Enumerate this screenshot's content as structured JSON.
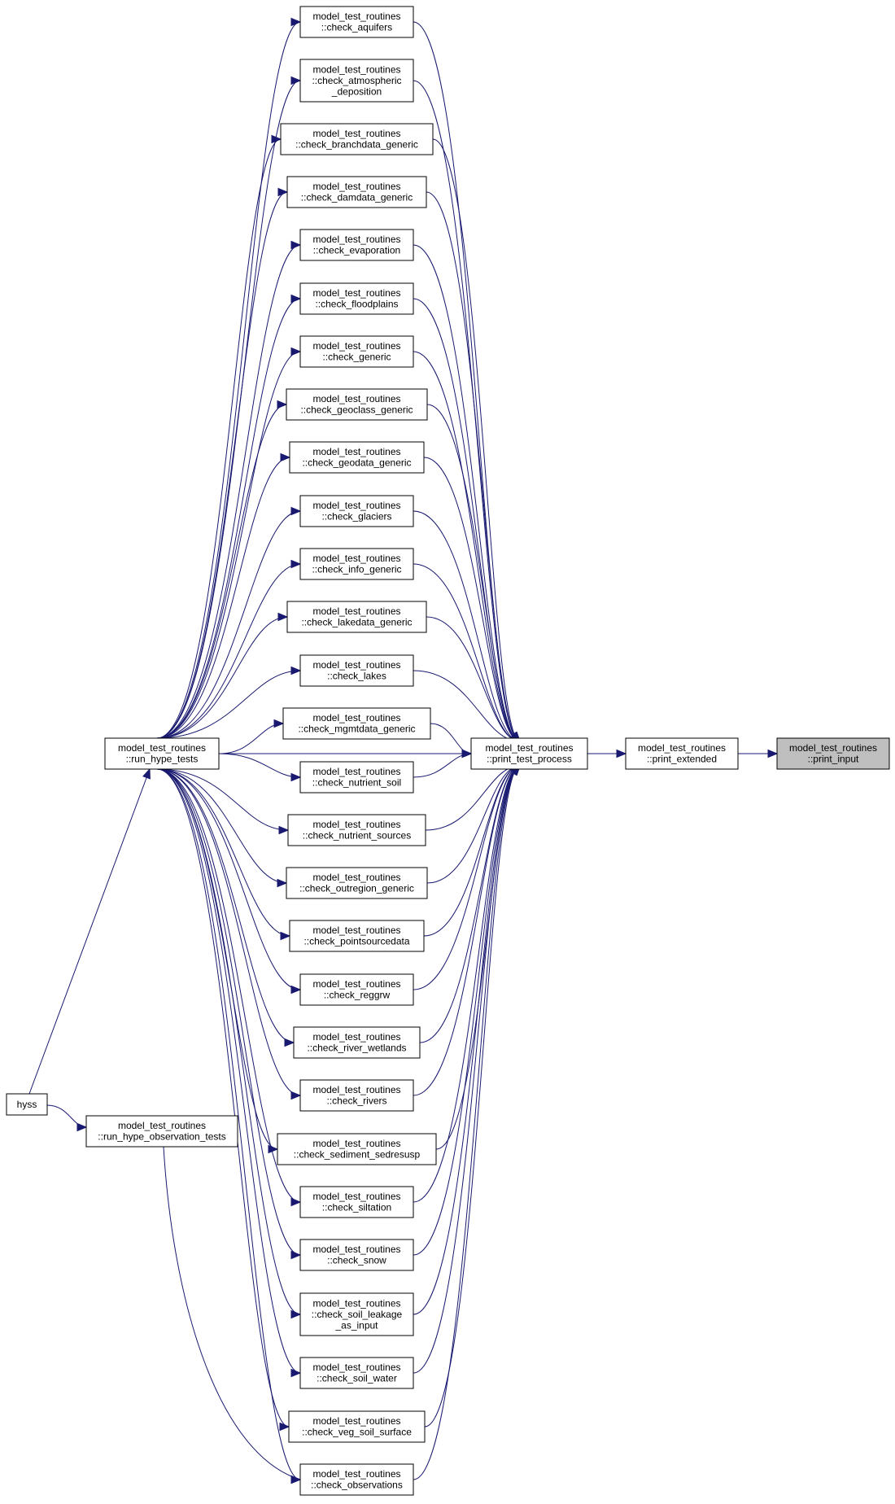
{
  "diagram": {
    "title": "",
    "nodes": [
      {
        "id": "hyss",
        "lines": [
          "hyss"
        ]
      },
      {
        "id": "run_hype_tests",
        "lines": [
          "model_test_routines",
          "::run_hype_tests"
        ]
      },
      {
        "id": "run_hype_observation_tests",
        "lines": [
          "model_test_routines",
          "::run_hype_observation_tests"
        ]
      },
      {
        "id": "check_aquifers",
        "lines": [
          "model_test_routines",
          "::check_aquifers"
        ]
      },
      {
        "id": "check_atmospheric_deposition",
        "lines": [
          "model_test_routines",
          "::check_atmospheric",
          "_deposition"
        ]
      },
      {
        "id": "check_branchdata_generic",
        "lines": [
          "model_test_routines",
          "::check_branchdata_generic"
        ]
      },
      {
        "id": "check_damdata_generic",
        "lines": [
          "model_test_routines",
          "::check_damdata_generic"
        ]
      },
      {
        "id": "check_evaporation",
        "lines": [
          "model_test_routines",
          "::check_evaporation"
        ]
      },
      {
        "id": "check_floodplains",
        "lines": [
          "model_test_routines",
          "::check_floodplains"
        ]
      },
      {
        "id": "check_generic",
        "lines": [
          "model_test_routines",
          "::check_generic"
        ]
      },
      {
        "id": "check_geoclass_generic",
        "lines": [
          "model_test_routines",
          "::check_geoclass_generic"
        ]
      },
      {
        "id": "check_geodata_generic",
        "lines": [
          "model_test_routines",
          "::check_geodata_generic"
        ]
      },
      {
        "id": "check_glaciers",
        "lines": [
          "model_test_routines",
          "::check_glaciers"
        ]
      },
      {
        "id": "check_info_generic",
        "lines": [
          "model_test_routines",
          "::check_info_generic"
        ]
      },
      {
        "id": "check_lakedata_generic",
        "lines": [
          "model_test_routines",
          "::check_lakedata_generic"
        ]
      },
      {
        "id": "check_lakes",
        "lines": [
          "model_test_routines",
          "::check_lakes"
        ]
      },
      {
        "id": "check_mgmtdata_generic",
        "lines": [
          "model_test_routines",
          "::check_mgmtdata_generic"
        ]
      },
      {
        "id": "check_nutrient_soil",
        "lines": [
          "model_test_routines",
          "::check_nutrient_soil"
        ]
      },
      {
        "id": "check_nutrient_sources",
        "lines": [
          "model_test_routines",
          "::check_nutrient_sources"
        ]
      },
      {
        "id": "check_outregion_generic",
        "lines": [
          "model_test_routines",
          "::check_outregion_generic"
        ]
      },
      {
        "id": "check_pointsourcedata",
        "lines": [
          "model_test_routines",
          "::check_pointsourcedata"
        ]
      },
      {
        "id": "check_reggrw",
        "lines": [
          "model_test_routines",
          "::check_reggrw"
        ]
      },
      {
        "id": "check_river_wetlands",
        "lines": [
          "model_test_routines",
          "::check_river_wetlands"
        ]
      },
      {
        "id": "check_rivers",
        "lines": [
          "model_test_routines",
          "::check_rivers"
        ]
      },
      {
        "id": "check_sediment_sedresusp",
        "lines": [
          "model_test_routines",
          "::check_sediment_sedresusp"
        ]
      },
      {
        "id": "check_siltation",
        "lines": [
          "model_test_routines",
          "::check_siltation"
        ]
      },
      {
        "id": "check_snow",
        "lines": [
          "model_test_routines",
          "::check_snow"
        ]
      },
      {
        "id": "check_soil_leakage_as_input",
        "lines": [
          "model_test_routines",
          "::check_soil_leakage",
          "_as_input"
        ]
      },
      {
        "id": "check_soil_water",
        "lines": [
          "model_test_routines",
          "::check_soil_water"
        ]
      },
      {
        "id": "check_veg_soil_surface",
        "lines": [
          "model_test_routines",
          "::check_veg_soil_surface"
        ]
      },
      {
        "id": "check_observations",
        "lines": [
          "model_test_routines",
          "::check_observations"
        ]
      },
      {
        "id": "print_test_process",
        "lines": [
          "model_test_routines",
          "::print_test_process"
        ]
      },
      {
        "id": "print_extended",
        "lines": [
          "model_test_routines",
          "::print_extended"
        ]
      },
      {
        "id": "print_input",
        "lines": [
          "model_test_routines",
          "::print_input"
        ],
        "highlighted": true
      }
    ],
    "edges": [
      {
        "from": "hyss",
        "to": "run_hype_tests"
      },
      {
        "from": "hyss",
        "to": "run_hype_observation_tests"
      },
      {
        "from": "run_hype_tests",
        "to": "check_aquifers"
      },
      {
        "from": "run_hype_tests",
        "to": "check_atmospheric_deposition"
      },
      {
        "from": "run_hype_tests",
        "to": "check_branchdata_generic"
      },
      {
        "from": "run_hype_tests",
        "to": "check_damdata_generic"
      },
      {
        "from": "run_hype_tests",
        "to": "check_evaporation"
      },
      {
        "from": "run_hype_tests",
        "to": "check_floodplains"
      },
      {
        "from": "run_hype_tests",
        "to": "check_generic"
      },
      {
        "from": "run_hype_tests",
        "to": "check_geoclass_generic"
      },
      {
        "from": "run_hype_tests",
        "to": "check_geodata_generic"
      },
      {
        "from": "run_hype_tests",
        "to": "check_glaciers"
      },
      {
        "from": "run_hype_tests",
        "to": "check_info_generic"
      },
      {
        "from": "run_hype_tests",
        "to": "check_lakedata_generic"
      },
      {
        "from": "run_hype_tests",
        "to": "check_lakes"
      },
      {
        "from": "run_hype_tests",
        "to": "check_mgmtdata_generic"
      },
      {
        "from": "run_hype_tests",
        "to": "print_test_process"
      },
      {
        "from": "run_hype_tests",
        "to": "check_nutrient_soil"
      },
      {
        "from": "run_hype_tests",
        "to": "check_nutrient_sources"
      },
      {
        "from": "run_hype_tests",
        "to": "check_outregion_generic"
      },
      {
        "from": "run_hype_tests",
        "to": "check_pointsourcedata"
      },
      {
        "from": "run_hype_tests",
        "to": "check_reggrw"
      },
      {
        "from": "run_hype_tests",
        "to": "check_river_wetlands"
      },
      {
        "from": "run_hype_tests",
        "to": "check_rivers"
      },
      {
        "from": "run_hype_tests",
        "to": "check_sediment_sedresusp"
      },
      {
        "from": "run_hype_tests",
        "to": "check_siltation"
      },
      {
        "from": "run_hype_tests",
        "to": "check_snow"
      },
      {
        "from": "run_hype_tests",
        "to": "check_soil_leakage_as_input"
      },
      {
        "from": "run_hype_tests",
        "to": "check_soil_water"
      },
      {
        "from": "run_hype_tests",
        "to": "check_veg_soil_surface"
      },
      {
        "from": "run_hype_tests",
        "to": "check_observations"
      },
      {
        "from": "run_hype_observation_tests",
        "to": "check_observations"
      },
      {
        "from": "check_aquifers",
        "to": "print_test_process"
      },
      {
        "from": "check_atmospheric_deposition",
        "to": "print_test_process"
      },
      {
        "from": "check_branchdata_generic",
        "to": "print_test_process"
      },
      {
        "from": "check_damdata_generic",
        "to": "print_test_process"
      },
      {
        "from": "check_evaporation",
        "to": "print_test_process"
      },
      {
        "from": "check_floodplains",
        "to": "print_test_process"
      },
      {
        "from": "check_generic",
        "to": "print_test_process"
      },
      {
        "from": "check_geoclass_generic",
        "to": "print_test_process"
      },
      {
        "from": "check_geodata_generic",
        "to": "print_test_process"
      },
      {
        "from": "check_glaciers",
        "to": "print_test_process"
      },
      {
        "from": "check_info_generic",
        "to": "print_test_process"
      },
      {
        "from": "check_lakedata_generic",
        "to": "print_test_process"
      },
      {
        "from": "check_lakes",
        "to": "print_test_process"
      },
      {
        "from": "check_mgmtdata_generic",
        "to": "print_test_process"
      },
      {
        "from": "check_nutrient_soil",
        "to": "print_test_process"
      },
      {
        "from": "check_nutrient_sources",
        "to": "print_test_process"
      },
      {
        "from": "check_outregion_generic",
        "to": "print_test_process"
      },
      {
        "from": "check_pointsourcedata",
        "to": "print_test_process"
      },
      {
        "from": "check_reggrw",
        "to": "print_test_process"
      },
      {
        "from": "check_river_wetlands",
        "to": "print_test_process"
      },
      {
        "from": "check_rivers",
        "to": "print_test_process"
      },
      {
        "from": "check_sediment_sedresusp",
        "to": "print_test_process"
      },
      {
        "from": "check_siltation",
        "to": "print_test_process"
      },
      {
        "from": "check_snow",
        "to": "print_test_process"
      },
      {
        "from": "check_soil_leakage_as_input",
        "to": "print_test_process"
      },
      {
        "from": "check_soil_water",
        "to": "print_test_process"
      },
      {
        "from": "check_veg_soil_surface",
        "to": "print_test_process"
      },
      {
        "from": "check_observations",
        "to": "print_test_process"
      },
      {
        "from": "print_test_process",
        "to": "print_extended"
      },
      {
        "from": "print_extended",
        "to": "print_input"
      }
    ],
    "colors": {
      "edge": "#191970",
      "node_border": "#000000",
      "node_fill": "#ffffff",
      "highlight_fill": "#bfbfbf",
      "background": "#ffffff"
    }
  }
}
